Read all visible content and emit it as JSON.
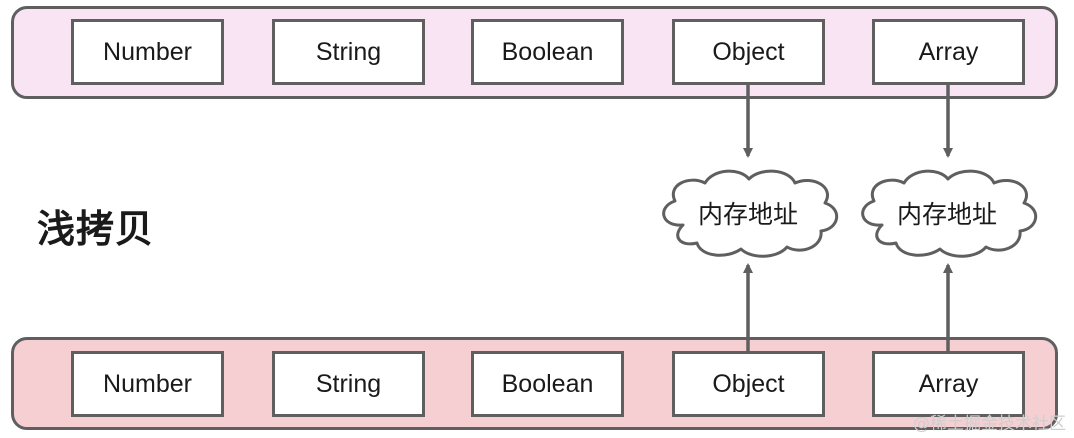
{
  "diagram": {
    "title": "浅拷贝",
    "top_row": {
      "types": [
        "Number",
        "String",
        "Boolean",
        "Object",
        "Array"
      ]
    },
    "bottom_row": {
      "types": [
        "Number",
        "String",
        "Boolean",
        "Object",
        "Array"
      ]
    },
    "clouds": [
      {
        "label": "内存地址",
        "linked_type": "Object"
      },
      {
        "label": "内存地址",
        "linked_type": "Array"
      }
    ],
    "colors": {
      "top_band": "#f8e4f3",
      "bottom_band": "#f5cfd2",
      "stroke": "#5f5f5f"
    }
  },
  "watermark": "@稀土掘金技术社区"
}
